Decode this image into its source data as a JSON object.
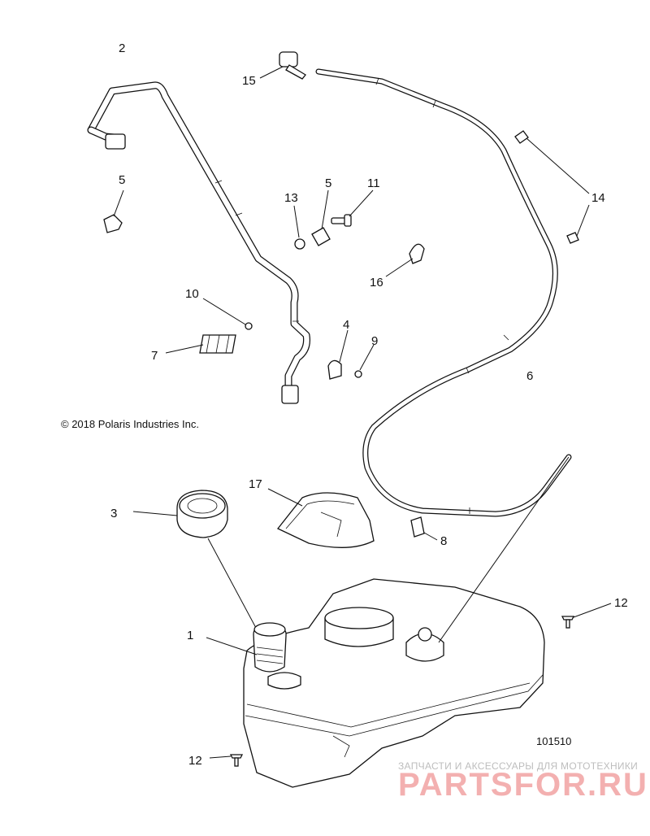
{
  "diagram": {
    "copyright": "© 2018 Polaris Industries Inc.",
    "drawing_number": "101510",
    "callouts": {
      "c1": "1",
      "c2": "2",
      "c3": "3",
      "c4": "4",
      "c5a": "5",
      "c5b": "5",
      "c6": "6",
      "c7": "7",
      "c8": "8",
      "c9": "9",
      "c10": "10",
      "c11": "11",
      "c12a": "12",
      "c12b": "12",
      "c13": "13",
      "c14": "14",
      "c15": "15",
      "c16": "16",
      "c17": "17"
    }
  },
  "watermark": {
    "tagline": "ЗАПЧАСТИ И АКСЕССУАРЫ ДЛЯ МОТОТЕХНИКИ",
    "brand": "PARTSFOR.RU"
  },
  "colors": {
    "line": "#111111",
    "watermark_brand": "#f3b0b0",
    "watermark_tagline": "#bdbdbd"
  }
}
